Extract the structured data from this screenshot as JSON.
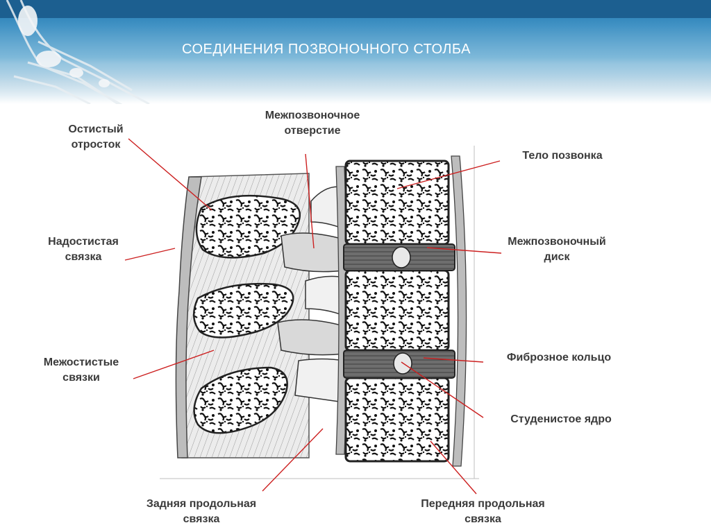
{
  "slide": {
    "title": "СОЕДИНЕНИЯ ПОЗВОНОЧНОГО СТОЛБА",
    "colors": {
      "header": "#2a7fb4",
      "leader_lines": "#cc1f1f",
      "text": "#3a3a3a"
    }
  },
  "labels": {
    "spinous_process": [
      "Остистый",
      "отросток"
    ],
    "intervertebral_foramen": [
      "Межпозвоночное",
      "отверстие"
    ],
    "vertebral_body": [
      "Тело позвонка"
    ],
    "supraspinous_ligament": [
      "Надостистая",
      "связка"
    ],
    "intervertebral_disc": [
      "Межпозвоночный",
      "диск"
    ],
    "interspinous_ligaments": [
      "Межостистые",
      "связки"
    ],
    "annulus_fibrosus": [
      "Фиброзное кольцо"
    ],
    "nucleus_pulposus": [
      "Студенистое ядро"
    ],
    "posterior_longitudinal_ligament": [
      "Задняя продольная",
      "связка"
    ],
    "anterior_longitudinal_ligament": [
      "Передняя продольная",
      "связка"
    ]
  }
}
